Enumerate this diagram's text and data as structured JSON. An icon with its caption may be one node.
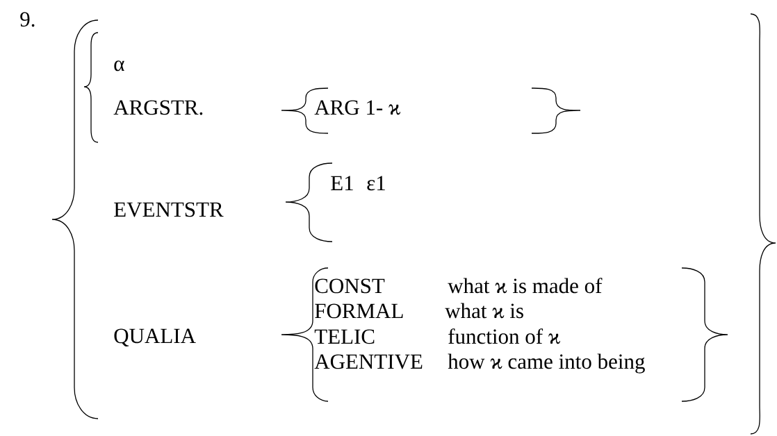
{
  "diagram": {
    "labels": [
      "9.",
      "α",
      "ARGSTR.",
      "ARG 1- ϰ",
      "EVENTSTR",
      "E1",
      "ε1",
      "QUALIA",
      "CONST",
      "what ϰ is made of",
      "FORMAL",
      "what ϰ is",
      "TELIC",
      "function of ϰ",
      "AGENTIVE",
      "how ϰ came into being"
    ]
  }
}
